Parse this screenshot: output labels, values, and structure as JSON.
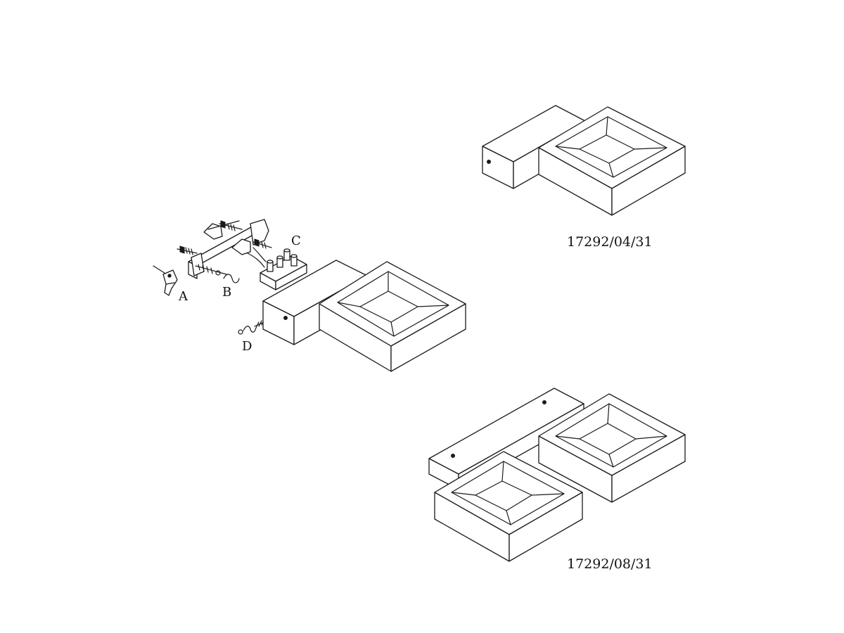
{
  "labels": {
    "part_a": "A",
    "part_b": "B",
    "part_c": "C",
    "part_d": "D"
  },
  "models": {
    "single": "17292/04/31",
    "double": "17292/08/31"
  }
}
